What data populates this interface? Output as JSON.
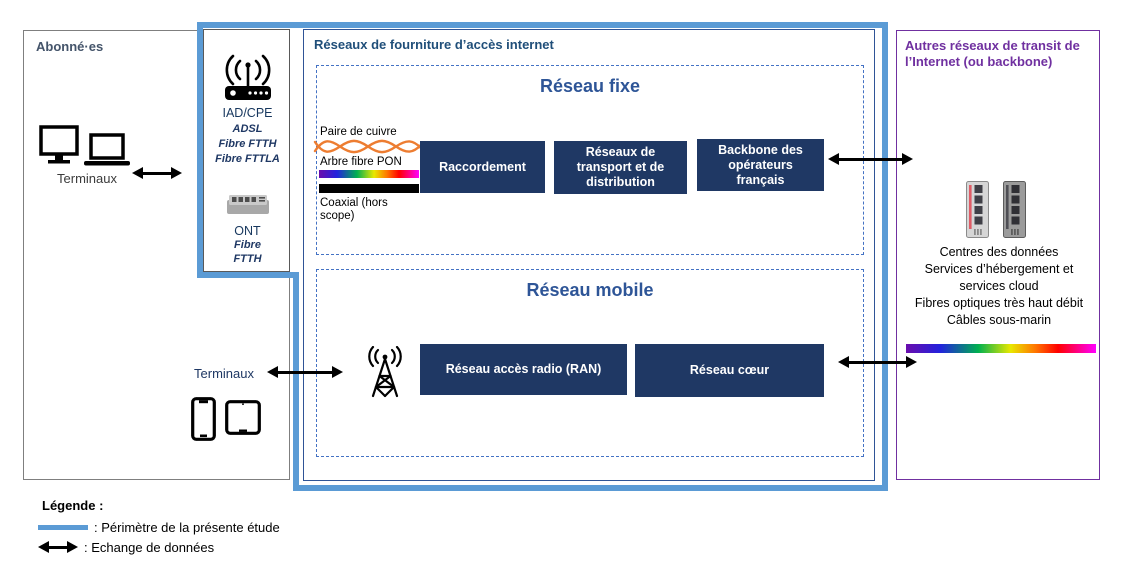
{
  "subscribers": {
    "title": "Abonné·es",
    "terminals_label": "Terminaux",
    "mobile_terminals_label": "Terminaux",
    "cpe": {
      "name": "IAD/CPE",
      "techs": [
        "ADSL",
        "Fibre FTTH",
        "Fibre FTTLA"
      ]
    },
    "ont": {
      "name": "ONT",
      "techs": [
        "Fibre",
        "FTTH"
      ]
    }
  },
  "access": {
    "title": "Réseaux de fourniture d’accès internet",
    "fixed": {
      "title": "Réseau fixe",
      "media": [
        {
          "label": "Paire de cuivre",
          "type": "copper-twisted-pair"
        },
        {
          "label": "Arbre fibre PON",
          "type": "optical-fiber-spectrum"
        },
        {
          "label": "Coaxial (hors scope)",
          "type": "coaxial-black-bar"
        }
      ],
      "boxes": [
        "Raccordement",
        "Réseaux de transport et de distribution",
        "Backbone des opérateurs français"
      ]
    },
    "mobile": {
      "title": "Réseau mobile",
      "boxes": [
        "Réseau accès radio (RAN)",
        "Réseau cœur"
      ]
    }
  },
  "transit": {
    "title": "Autres réseaux de transit de l’Internet (ou backbone)",
    "services": [
      "Centres des données",
      "Services d’hébergement et services cloud",
      "Fibres optiques très haut débit",
      "Câbles sous-marin"
    ]
  },
  "legend": {
    "title": "Légende :",
    "perimeter_label": ": Périmètre de la présente étude",
    "exchange_label": ": Echange de données"
  },
  "icons": [
    "monitor-icon",
    "laptop-icon",
    "wifi-router-icon",
    "ont-modem-icon",
    "smartphone-icon",
    "tablet-icon",
    "antenna-tower-icon",
    "server-rack-icon"
  ],
  "colors": {
    "perimeter_blue": "#5B9BD5",
    "main_border_blue": "#2F5496",
    "dashed_blue": "#4472C4",
    "navy_box": "#1F3864",
    "section_title_blue": "#2E5597",
    "main_title_blue": "#1F4E79",
    "transit_purple": "#7030A0",
    "copper_orange": "#ED7D31",
    "subscribers_gray": "#44546A"
  }
}
